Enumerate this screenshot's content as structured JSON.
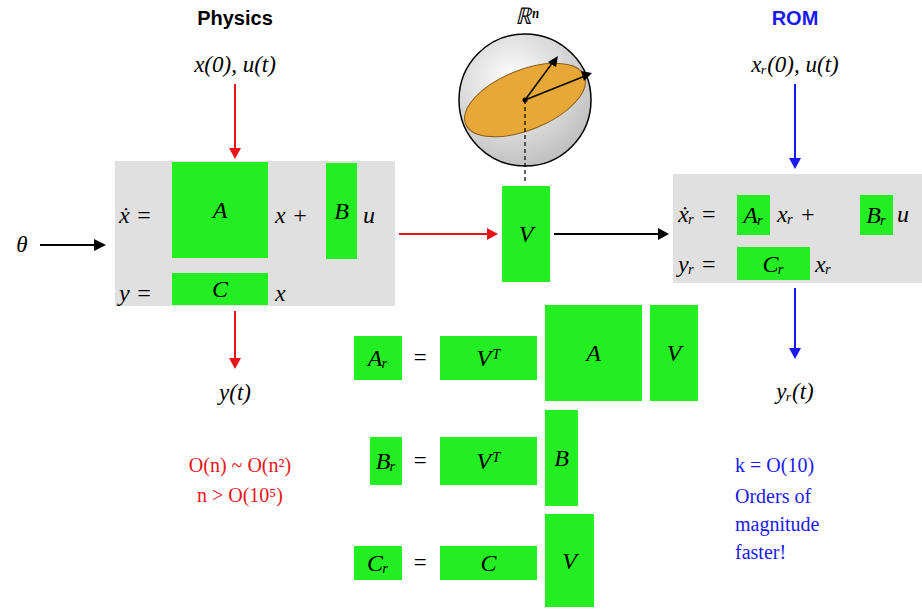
{
  "diagram": {
    "nodes": [
      {
        "text": [
          "ẋ =",
          "x +",
          "u",
          "y =",
          "x"
        ]
      },
      {
        "text": [
          "A"
        ],
        "in": 0
      },
      {
        "text": [
          "B"
        ],
        "in": 0
      },
      {
        "text": [
          "C"
        ],
        "in": 0
      },
      {
        "text": [
          "V"
        ]
      },
      {
        "text": [
          "ẋᵣ =",
          "xᵣ +",
          "u",
          "yᵣ =",
          "xᵣ"
        ]
      },
      {
        "text": [
          "Aᵣ"
        ],
        "in": 5
      },
      {
        "text": [
          "Bᵣ"
        ],
        "in": 5
      },
      {
        "text": [
          "Cᵣ"
        ],
        "in": 5
      },
      {
        "text": [
          "Aᵣ"
        ]
      },
      {
        "text": [
          "Vᵀ"
        ]
      },
      {
        "text": [
          "A"
        ]
      },
      {
        "text": [
          "V"
        ]
      },
      {
        "text": [
          "Bᵣ"
        ]
      },
      {
        "text": [
          "Vᵀ"
        ]
      },
      {
        "text": [
          "B"
        ]
      },
      {
        "text": [
          "Cᵣ"
        ]
      },
      {
        "text": [
          "C"
        ]
      },
      {
        "text": [
          "V"
        ]
      }
    ],
    "edges": [
      {
        "from": 0,
        "to": 4,
        "arrow": "to"
      },
      {
        "from": 4,
        "to": 5,
        "arrow": "to"
      }
    ],
    "labels": [
      "Physics",
      "x(0), u(t)",
      "θ",
      "y(t)",
      "O(n) ~ O(n²)",
      "n > O(10⁵)",
      "ℝⁿ",
      "ROM",
      "xᵣ(0), u(t)",
      "yᵣ(t)",
      "k = O(10)",
      "Orders of magnitude faster!",
      "=",
      "=",
      "="
    ]
  }
}
